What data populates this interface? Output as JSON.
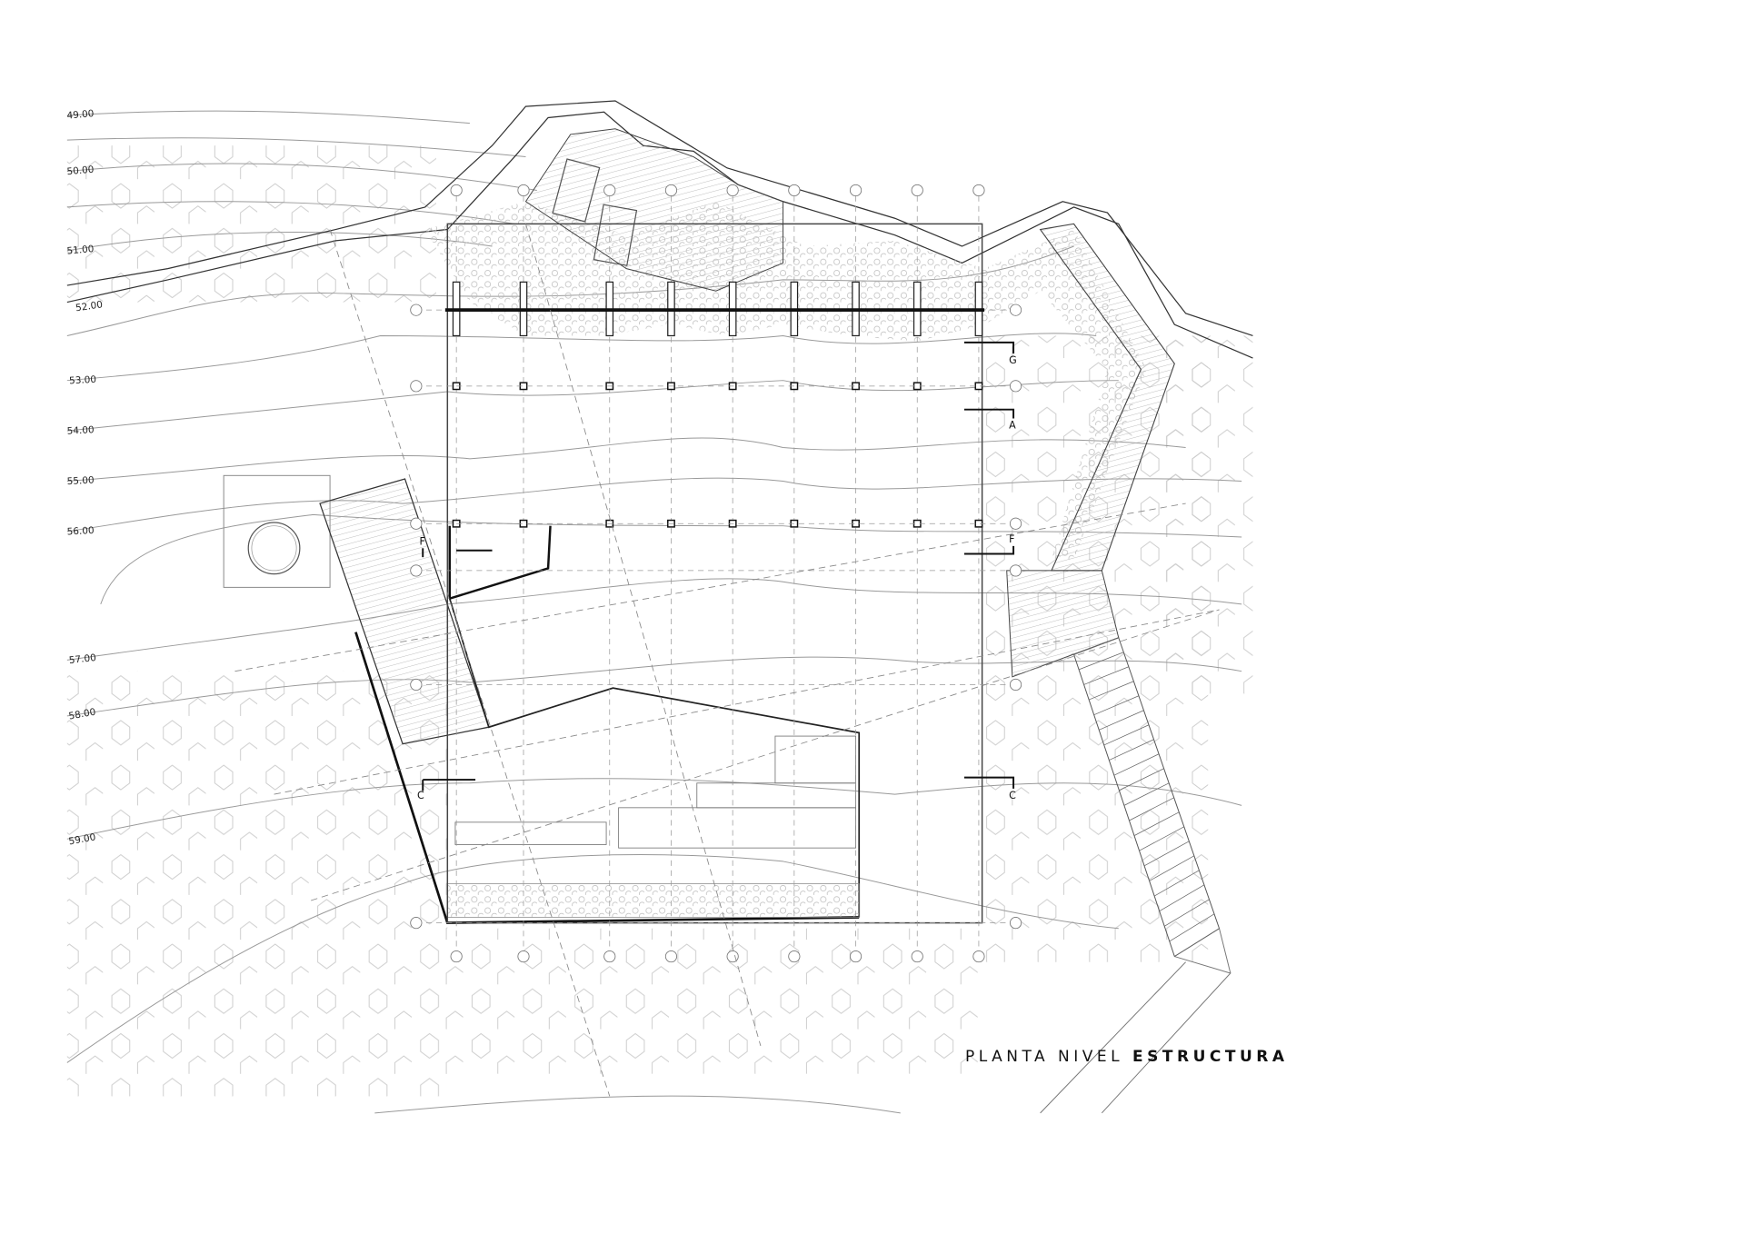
{
  "title": {
    "regular": "PLANTA NIVEL ",
    "bold": "ESTRUCTURA"
  },
  "contour_labels": [
    "49.00",
    "50.00",
    "51.00",
    "52.00",
    "53.00",
    "54.00",
    "55.00",
    "56.00",
    "57.00",
    "58.00",
    "59.00"
  ],
  "section_marks": {
    "g": "G",
    "a": "A",
    "f_left": "F",
    "f_right": "F",
    "c_left": "C",
    "c_right": "C"
  },
  "colors": {
    "line": "#222222",
    "light": "#9a9a9a",
    "hatch": "#cccccc"
  }
}
